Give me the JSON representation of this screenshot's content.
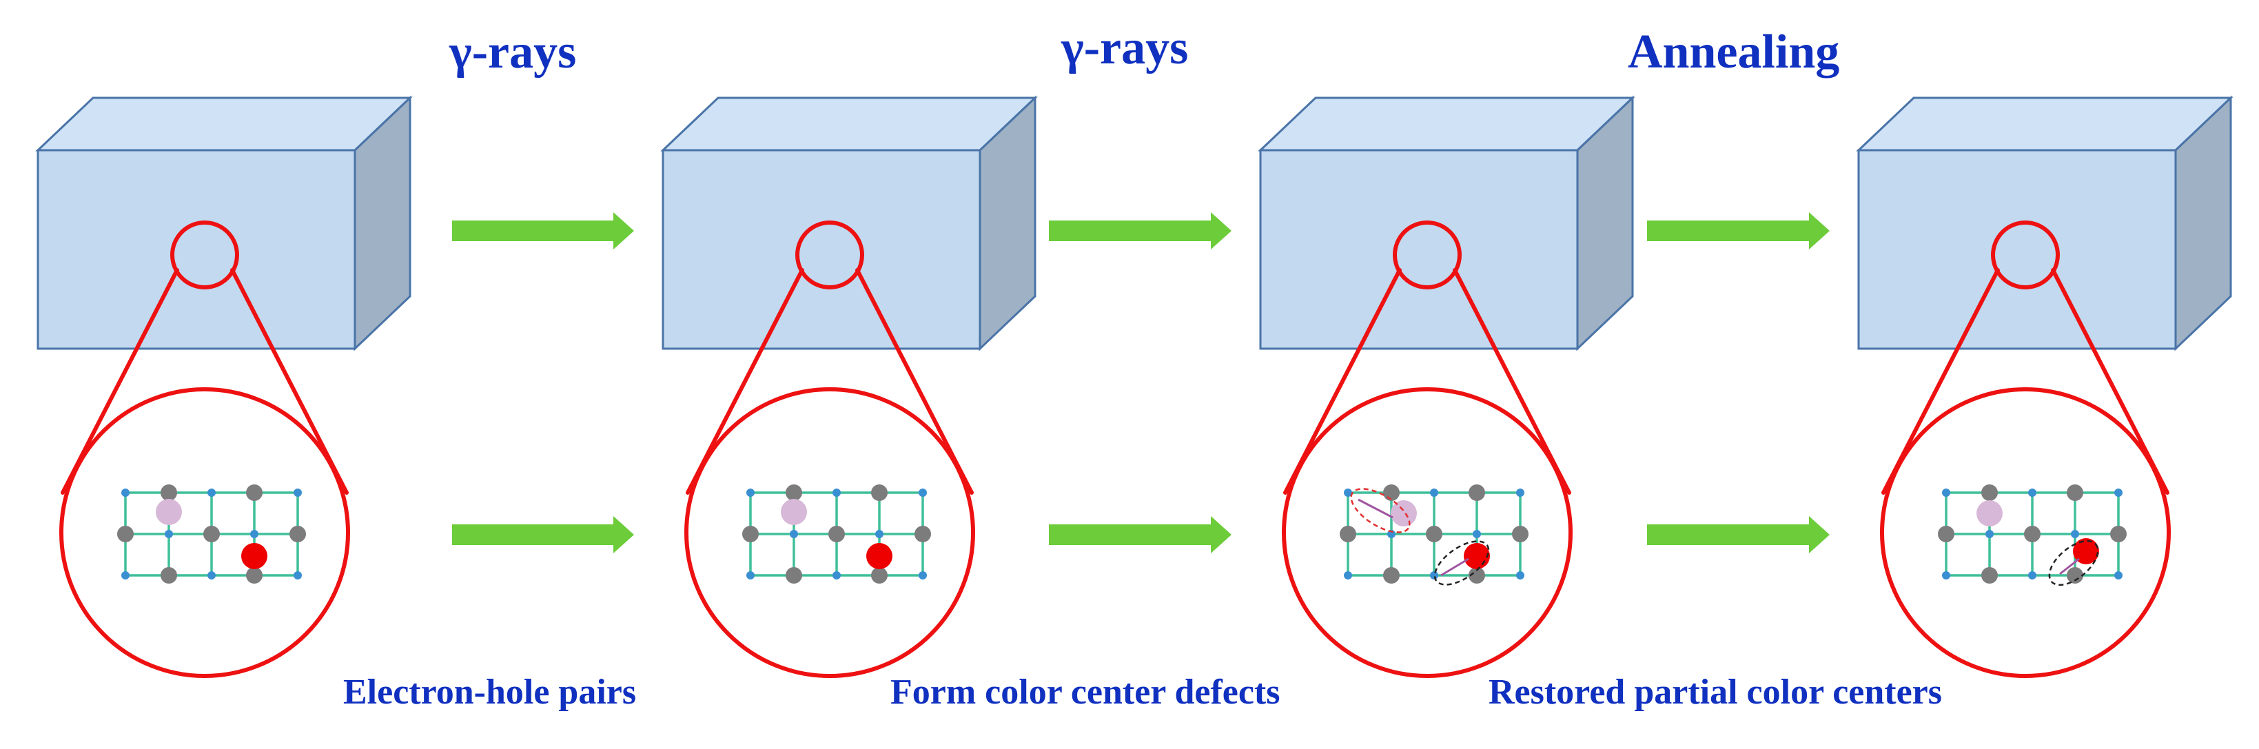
{
  "labels": {
    "top": [
      "γ-rays",
      "γ-rays",
      "Annealing"
    ],
    "bottom": [
      "Electron-hole pairs",
      "Form color center defects",
      "Restored partial color centers"
    ]
  },
  "stages": [
    {
      "id": "stage-1-pristine"
    },
    {
      "id": "stage-2-electron-hole-pairs"
    },
    {
      "id": "stage-3-color-center-defects"
    },
    {
      "id": "stage-4-restored-partial"
    }
  ],
  "colors": {
    "text": "#1030c0",
    "block_front": "#c2d9f0",
    "block_top": "#cfe2f6",
    "block_side": "#9fb1c4",
    "block_edge": "#4a74a8",
    "magnifier": "#ee1111",
    "arrow": "#6ccc3a",
    "lattice": "#3fbf9a",
    "lattice_node": "#3a8fd2",
    "gray_atom": "#7c7c7c",
    "hole": "#d8b8d8",
    "electron": "#ee0000"
  }
}
